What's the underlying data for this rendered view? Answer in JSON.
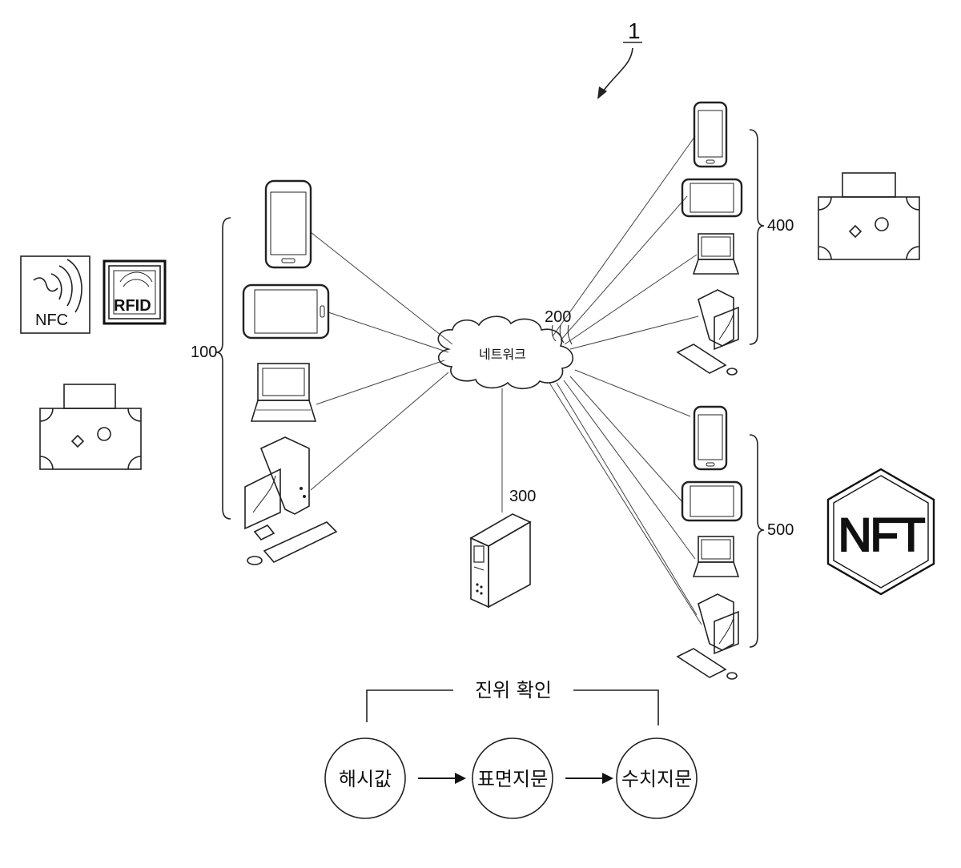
{
  "figure": {
    "ref_number": "1"
  },
  "groups": {
    "g100": "100",
    "g200": "200",
    "g300": "300",
    "g400": "400",
    "g500": "500"
  },
  "network": {
    "label": "네트워크"
  },
  "tags": {
    "nfc": "NFC",
    "rfid": "RFID",
    "nft": "NFT"
  },
  "verification": {
    "title": "진위 확인",
    "steps": [
      "해시값",
      "표면지문",
      "수치지문"
    ]
  }
}
